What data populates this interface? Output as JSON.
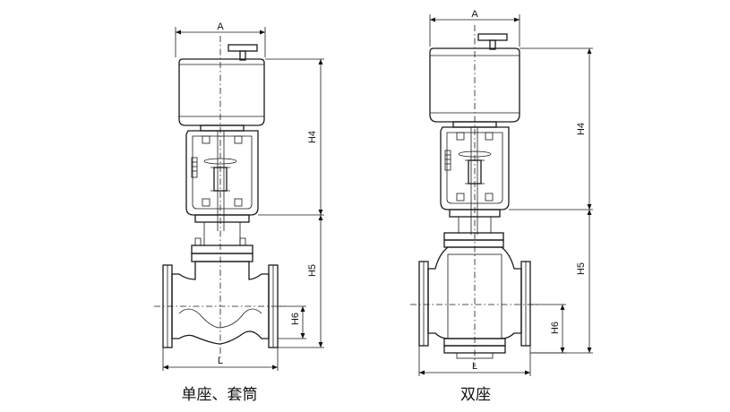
{
  "left_view": {
    "caption": "单座、套筒",
    "dims": {
      "width": "A",
      "actuator_height": "H4",
      "body_height": "H5",
      "center_height": "H6",
      "length": "L"
    }
  },
  "right_view": {
    "caption": "双座",
    "dims": {
      "width": "A",
      "actuator_height": "H4",
      "body_height": "H5",
      "center_height": "H6",
      "length": "L"
    }
  }
}
